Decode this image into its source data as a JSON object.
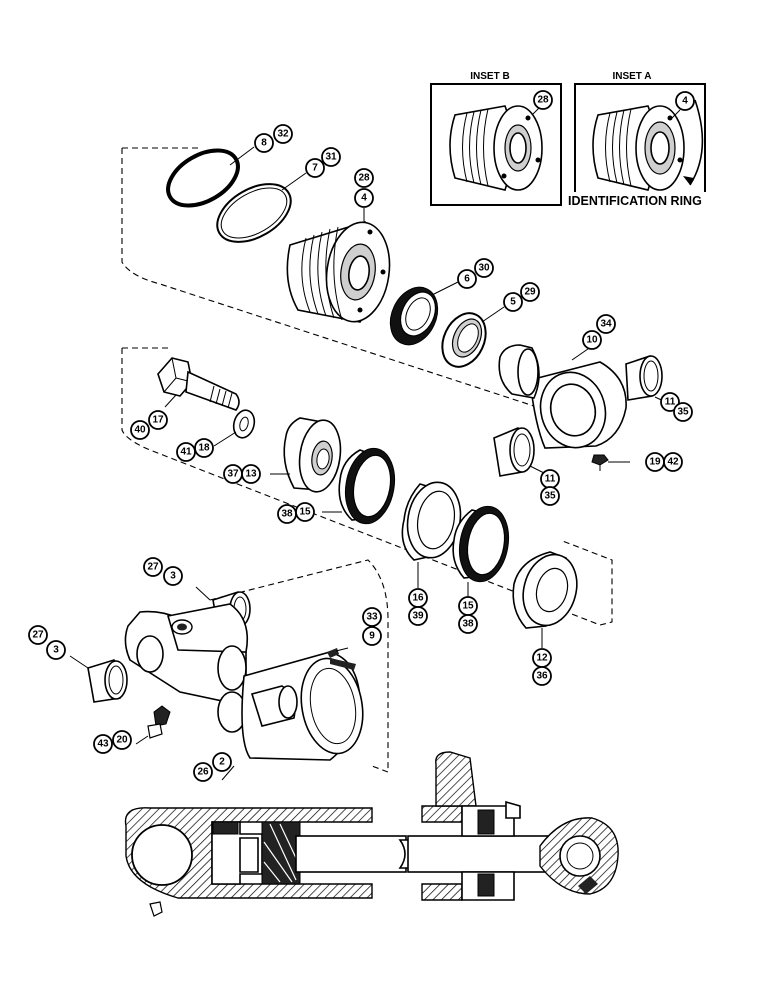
{
  "insets": {
    "inset_b": {
      "title": "INSET B",
      "part": "28"
    },
    "inset_a": {
      "title": "INSET A",
      "part": "4",
      "callout": "IDENTIFICATION RING"
    }
  },
  "callouts": {
    "c8": "8",
    "c32": "32",
    "c7": "7",
    "c31": "31",
    "c28": "28",
    "c4": "4",
    "c6": "6",
    "c30": "30",
    "c5": "5",
    "c29": "29",
    "c34": "34",
    "c10": "10",
    "c11a": "11",
    "c35a": "35",
    "c11b": "11",
    "c35b": "35",
    "c19": "19",
    "c42": "42",
    "c40": "40",
    "c17": "17",
    "c41": "41",
    "c18": "18",
    "c37": "37",
    "c13": "13",
    "c38a": "38",
    "c15a": "15",
    "c16": "16",
    "c39": "39",
    "c15b": "15",
    "c38b": "38",
    "c12": "12",
    "c36": "36",
    "c27a": "27",
    "c3a": "3",
    "c27b": "27",
    "c3b": "3",
    "c33": "33",
    "c9": "9",
    "c43": "43",
    "c20": "20",
    "c26": "26",
    "c2": "2"
  }
}
